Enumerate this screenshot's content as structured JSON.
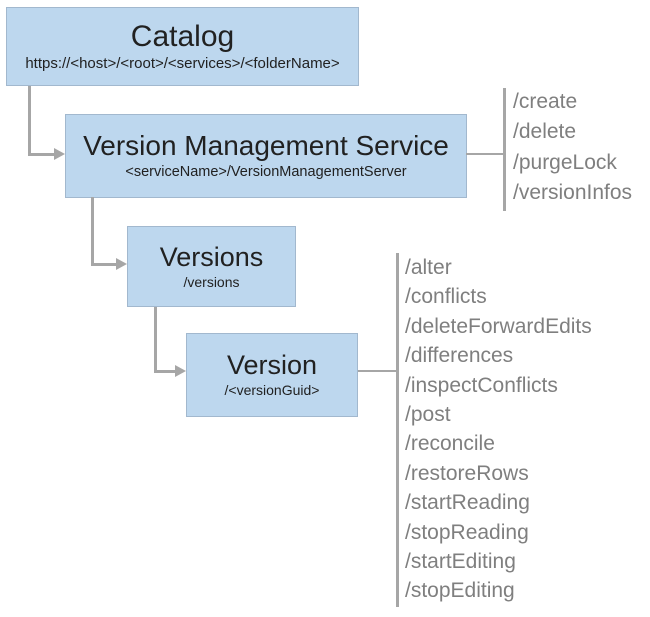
{
  "nodes": {
    "catalog": {
      "title": "Catalog",
      "subtitle": "https://<host>/<root>/<services>/<folderName>"
    },
    "vms": {
      "title": "Version Management Service",
      "subtitle": "<serviceName>/VersionManagementServer",
      "operations": [
        "/create",
        "/delete",
        "/purgeLock",
        "/versionInfos"
      ]
    },
    "versions": {
      "title": "Versions",
      "subtitle": "/versions"
    },
    "version": {
      "title": "Version",
      "subtitle": "/<versionGuid>",
      "operations": [
        "/alter",
        "/conflicts",
        "/deleteForwardEdits",
        "/differences",
        "/inspectConflicts",
        "/post",
        "/reconcile",
        "/restoreRows",
        "/startReading",
        "/stopReading",
        "/startEditing",
        "/stopEditing"
      ]
    }
  },
  "colors": {
    "box_fill": "#BDD7EE",
    "box_border": "#A2B8CE",
    "connector": "#A6A6A6",
    "title_text": "#212121",
    "operation_text": "#7F7F7F"
  }
}
